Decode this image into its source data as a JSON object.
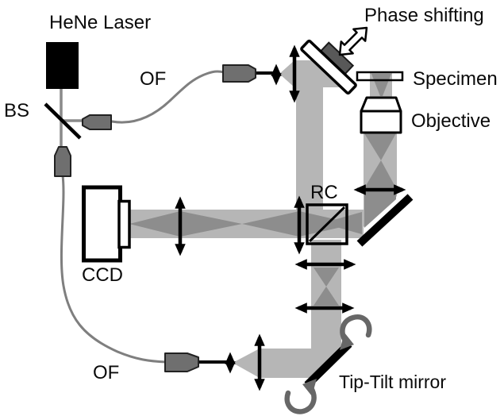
{
  "diagram": {
    "labels": {
      "laser": "HeNe Laser",
      "phase_shifting": "Phase shifting",
      "specimen": "Specimen",
      "objective": "Objective",
      "of_top": "OF",
      "of_bottom": "OF",
      "bs": "BS",
      "ccd": "CCD",
      "rc": "RC",
      "tip_tilt": "Tip-Tilt mirror"
    },
    "colors": {
      "beam_light": "#b6b6b6",
      "beam_dark": "#8d8d8d",
      "coupler": "#6f6f6f",
      "fiber": "#7f7f7f",
      "beam_line": "#8a8a8a",
      "pzt": "#585858",
      "rotation_arrow": "#676767",
      "ink": "#0a0a0a",
      "background": "#ffffff"
    }
  }
}
